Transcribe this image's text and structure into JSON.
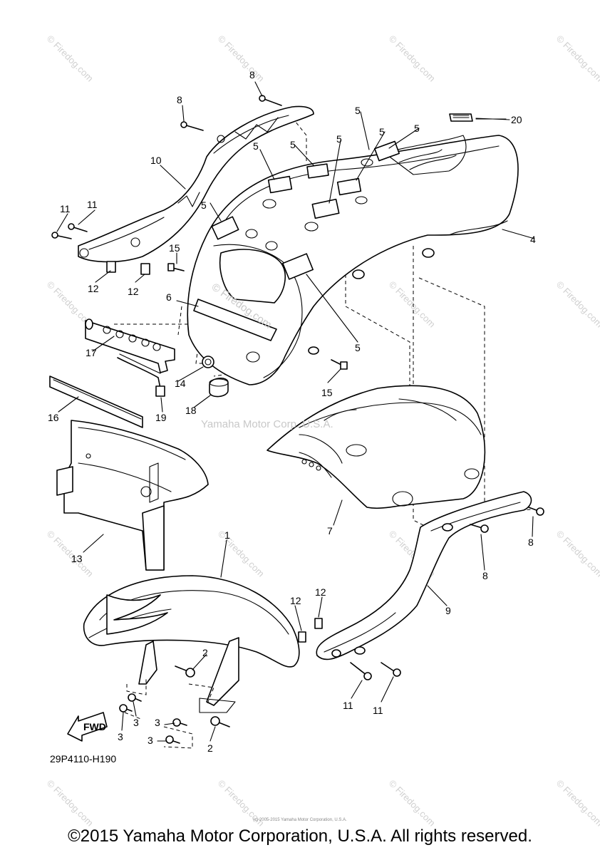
{
  "diagram_code": "29P4110-H190",
  "copyright": "©2015 Yamaha Motor Corporation, U.S.A. All rights reserved.",
  "small_copyright": "(c) 2005-2015 Yamaha Motor Corporation, U.S.A.",
  "center_watermark": "Yamaha Motor Corp. U.S.A.",
  "overlay_watermark": "© Firedog.com",
  "tile_watermark": "© Firedog.com",
  "fwd_label": "FWD",
  "callouts": {
    "c1": "1",
    "c2a": "2",
    "c2b": "2",
    "c3a": "3",
    "c3b": "3",
    "c3c": "3",
    "c3d": "3",
    "c4": "4",
    "c5a": "5",
    "c5b": "5",
    "c5c": "5",
    "c5d": "5",
    "c5e": "5",
    "c5f": "5",
    "c5g": "5",
    "c5h": "5",
    "c6": "6",
    "c7": "7",
    "c8a": "8",
    "c8b": "8",
    "c8c": "8",
    "c8d": "8",
    "c9": "9",
    "c10": "10",
    "c11a": "11",
    "c11b": "11",
    "c11c": "11",
    "c11d": "11",
    "c12a": "12",
    "c12b": "12",
    "c12c": "12",
    "c12d": "12",
    "c13": "13",
    "c14": "14",
    "c15a": "15",
    "c15b": "15",
    "c16": "16",
    "c17": "17",
    "c18": "18",
    "c19": "19",
    "c20": "20"
  }
}
